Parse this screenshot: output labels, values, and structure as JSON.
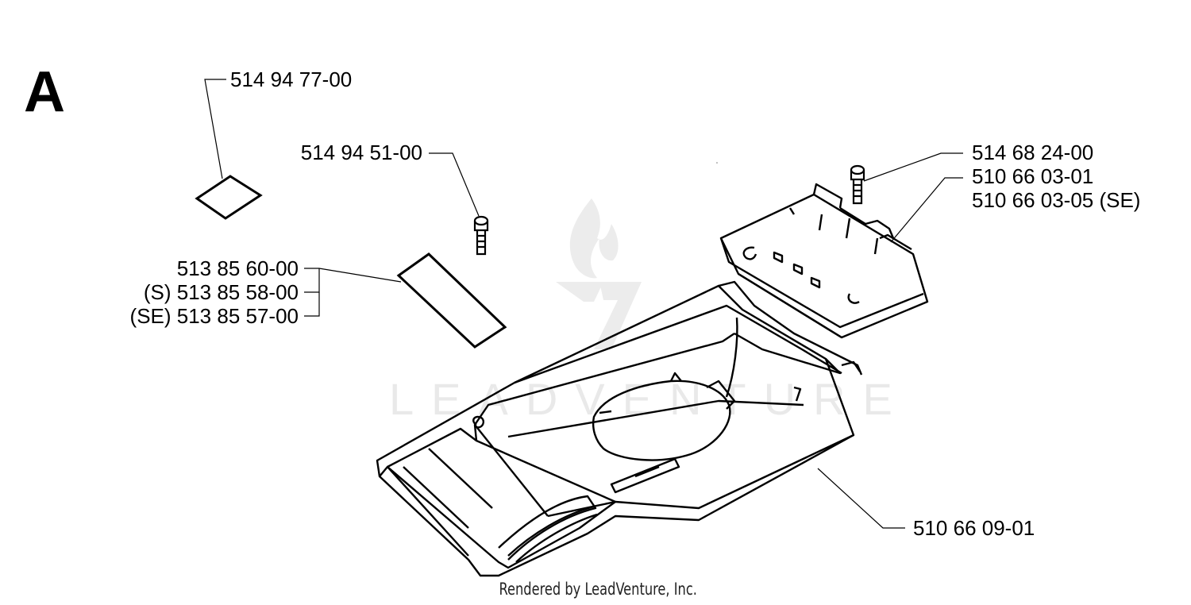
{
  "section_letter": "A",
  "labels": {
    "decal_square": "514 94 77-00",
    "screw_left": "514 94 51-00",
    "screw_right": "514 68 24-00",
    "cover_std": "510 66 03-01",
    "cover_se": "510 66 03-05 (SE)",
    "decal_strip": "513 85 60-00",
    "decal_strip_s": "(S) 513 85 58-00",
    "decal_strip_se": "(SE) 513 85 57-00",
    "deck": "510 66 09-01"
  },
  "watermark": "LEADVENTURE",
  "footer": "Rendered by LeadVenture, Inc."
}
